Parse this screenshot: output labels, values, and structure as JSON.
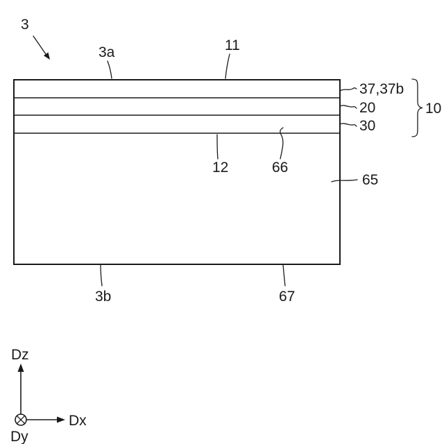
{
  "diagram": {
    "title": "layered-structure-cross-section",
    "labels": {
      "assembly": "3",
      "top_edge": "3a",
      "layer11": "11",
      "layer37": "37,37b",
      "layer20": "20",
      "layer30": "30",
      "group10": "10",
      "ref12": "12",
      "ref66": "66",
      "layer65": "65",
      "bottom_edge": "3b",
      "ref67": "67"
    },
    "axes": {
      "dz": "Dz",
      "dx": "Dx",
      "dy": "Dy"
    },
    "colors": {
      "line": "#1a1a1a",
      "background": "#ffffff"
    }
  }
}
